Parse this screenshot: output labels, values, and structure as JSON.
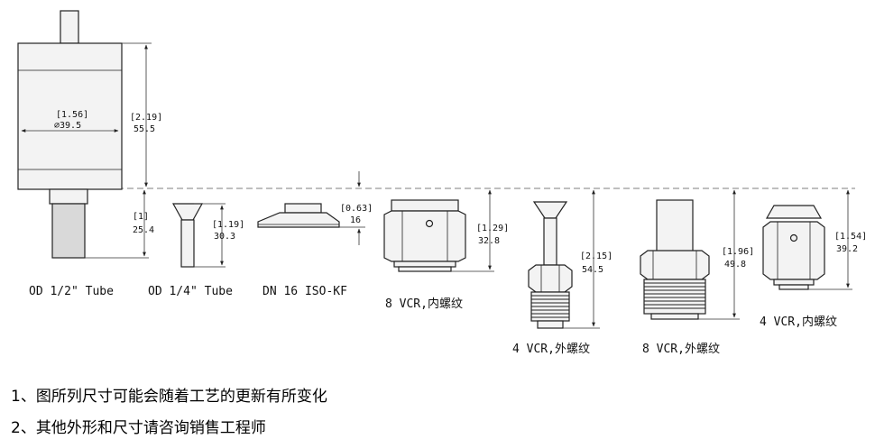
{
  "sensor_body": {
    "diameter_in": "[1.56]",
    "diameter_mm": "⌀39.5",
    "height_in": "[2.19]",
    "height_mm": "55.5"
  },
  "fittings": [
    {
      "label": "OD 1/2\" Tube",
      "dim_in": "[1]",
      "dim_mm": "25.4"
    },
    {
      "label": "OD 1/4\" Tube",
      "dim_in": "[1.19]",
      "dim_mm": "30.3"
    },
    {
      "label": "DN 16 ISO-KF",
      "dim_in": "[0.63]",
      "dim_mm": "16"
    },
    {
      "label": "8 VCR,内螺纹",
      "dim_in": "[1.29]",
      "dim_mm": "32.8"
    },
    {
      "label": "4 VCR,外螺纹",
      "dim_in": "[2.15]",
      "dim_mm": "54.5"
    },
    {
      "label": "8 VCR,外螺纹",
      "dim_in": "[1.96]",
      "dim_mm": "49.8"
    },
    {
      "label": "4 VCR,内螺纹",
      "dim_in": "[1.54]",
      "dim_mm": "39.2"
    }
  ],
  "notes": [
    "1、图所列尺寸可能会随着工艺的更新有所变化",
    "2、其他外形和尺寸请咨询销售工程师"
  ]
}
